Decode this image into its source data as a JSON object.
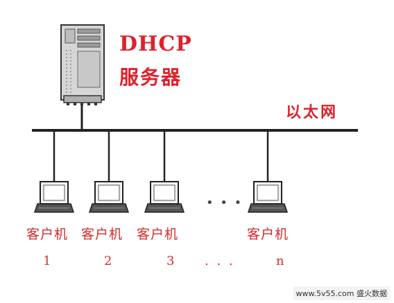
{
  "server": {
    "title": "DHCP",
    "subtitle": "服务器"
  },
  "network": {
    "label": "以太网"
  },
  "clients": [
    {
      "label": "客户机",
      "number": "1"
    },
    {
      "label": "客户机",
      "number": "2"
    },
    {
      "label": "客户机",
      "number": "3"
    },
    {
      "label": "客户机",
      "number": "n"
    }
  ],
  "ellipsis_middle": "• • •",
  "ellipsis_bottom": ". . .",
  "watermark": "www.5v55.com 盛火数据",
  "colors": {
    "label_red": "#e0202a",
    "line": "#222222"
  }
}
